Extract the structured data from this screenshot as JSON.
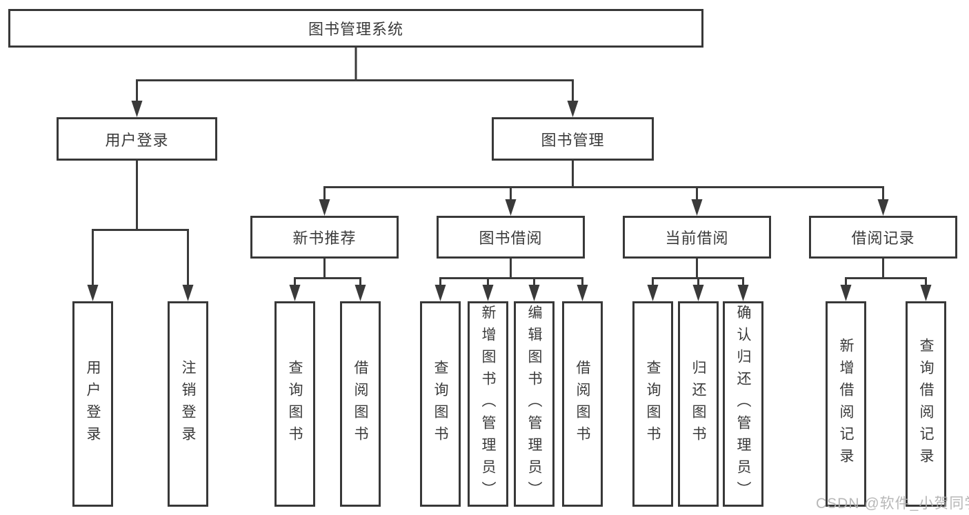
{
  "diagram": {
    "type": "tree-diagram",
    "colors": {
      "line": "#3a3a3a",
      "box_border": "#383838",
      "box_bg": "#ffffff",
      "text": "#3a3a3a",
      "watermark": "#b0b0b0"
    },
    "nodes": {
      "root": "图书管理系统",
      "level2": [
        "用户登录",
        "图书管理"
      ],
      "level3": [
        "新书推荐",
        "图书借阅",
        "当前借阅",
        "借阅记录"
      ],
      "leaves": {
        "login": [
          "用户登录",
          "注销登录"
        ],
        "recommend": [
          "查询图书",
          "借阅图书"
        ],
        "borrow": [
          "查询图书",
          "新增图书（管理员）",
          "编辑图书（管理员）",
          "借阅图书"
        ],
        "current": [
          "查询图书",
          "归还图书",
          "确认归还（管理员）"
        ],
        "records": [
          "新增借阅记录",
          "查询借阅记录"
        ]
      }
    },
    "watermark": "CSDN @软件_小贺同学"
  }
}
